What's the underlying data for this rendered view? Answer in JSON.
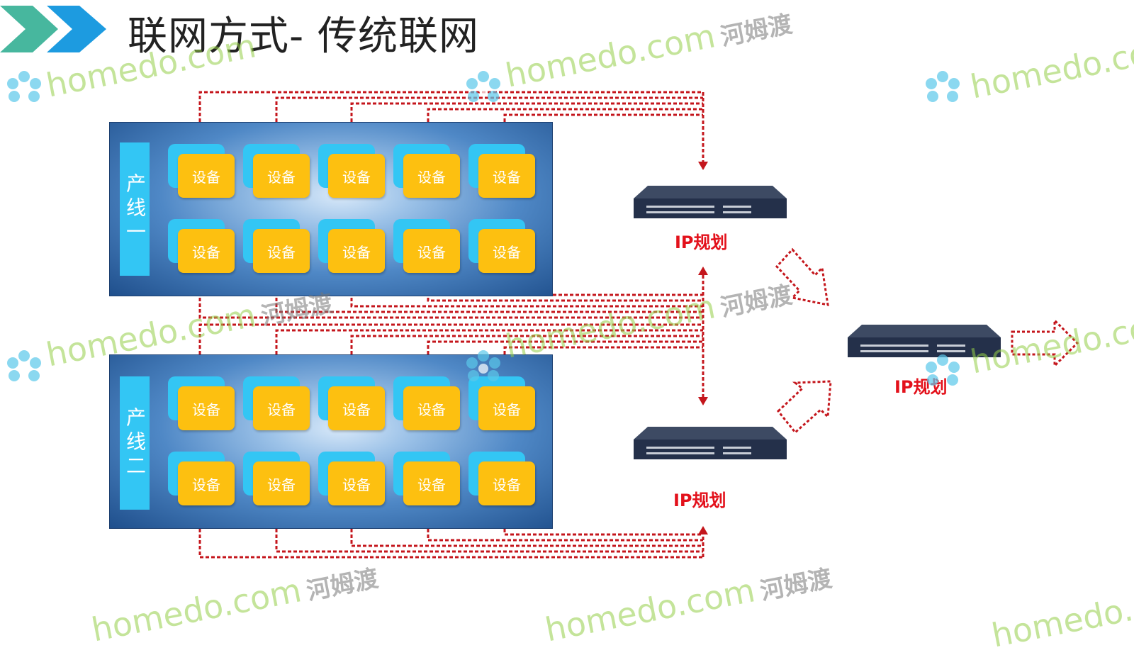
{
  "title": "联网方式- 传统联网",
  "production_lines": [
    {
      "label": "产线一",
      "devices": [
        "设备",
        "设备",
        "设备",
        "设备",
        "设备",
        "设备",
        "设备",
        "设备",
        "设备",
        "设备"
      ]
    },
    {
      "label": "产线二",
      "devices": [
        "设备",
        "设备",
        "设备",
        "设备",
        "设备",
        "设备",
        "设备",
        "设备",
        "设备",
        "设备"
      ]
    }
  ],
  "switches": [
    {
      "label": "IP规划"
    },
    {
      "label": "IP规划"
    },
    {
      "label": "IP规划"
    }
  ],
  "watermark": {
    "text": "homedo.com",
    "text_cn": "河姆渡"
  },
  "colors": {
    "panel_dark": "#1f4f8c",
    "line_label_bg": "#33c6f4",
    "device_front": "#fdc010",
    "device_back": "#33c6f4",
    "connection_red": "#c4161c",
    "label_red": "#e3111b",
    "chevron_teal": "#47b79e",
    "chevron_blue": "#1d9be0"
  }
}
